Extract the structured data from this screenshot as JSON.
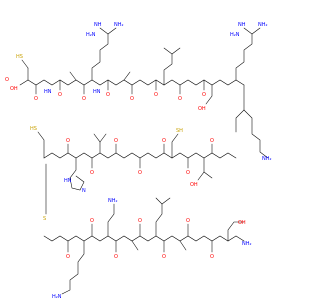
{
  "structure": {
    "type": "peptide skeletal formula",
    "colors": {
      "bond": "#000000",
      "oxygen": "#ff0000",
      "nitrogen": "#0000ff",
      "sulfur": "#c8a000",
      "background": "#ffffff"
    },
    "labels": {
      "hs": "HS",
      "oh": "OH",
      "o": "O",
      "h": "H",
      "n": "N",
      "nh": "NH",
      "nh2": "NH₂",
      "hn": "HN",
      "h2n": "H₂N",
      "s": "S",
      "sh": "SH",
      "hnnh": "HN",
      "h2": "H"
    }
  }
}
